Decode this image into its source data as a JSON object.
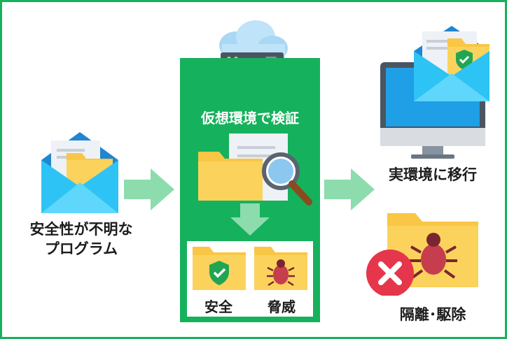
{
  "source": {
    "line1": "安全性が不明な",
    "line2": "プログラム"
  },
  "sandbox": {
    "title": "仮想環境で検証"
  },
  "results": {
    "safe": "安全",
    "threat": "脅威"
  },
  "production": {
    "label": "実環境に移行"
  },
  "quarantine": {
    "label": "隔離･駆除"
  },
  "colors": {
    "green": "#16b15c",
    "arrow": "#8ddcae",
    "folder": "#f9c646",
    "envelope": "#29a8e6",
    "danger": "#e5364b"
  }
}
